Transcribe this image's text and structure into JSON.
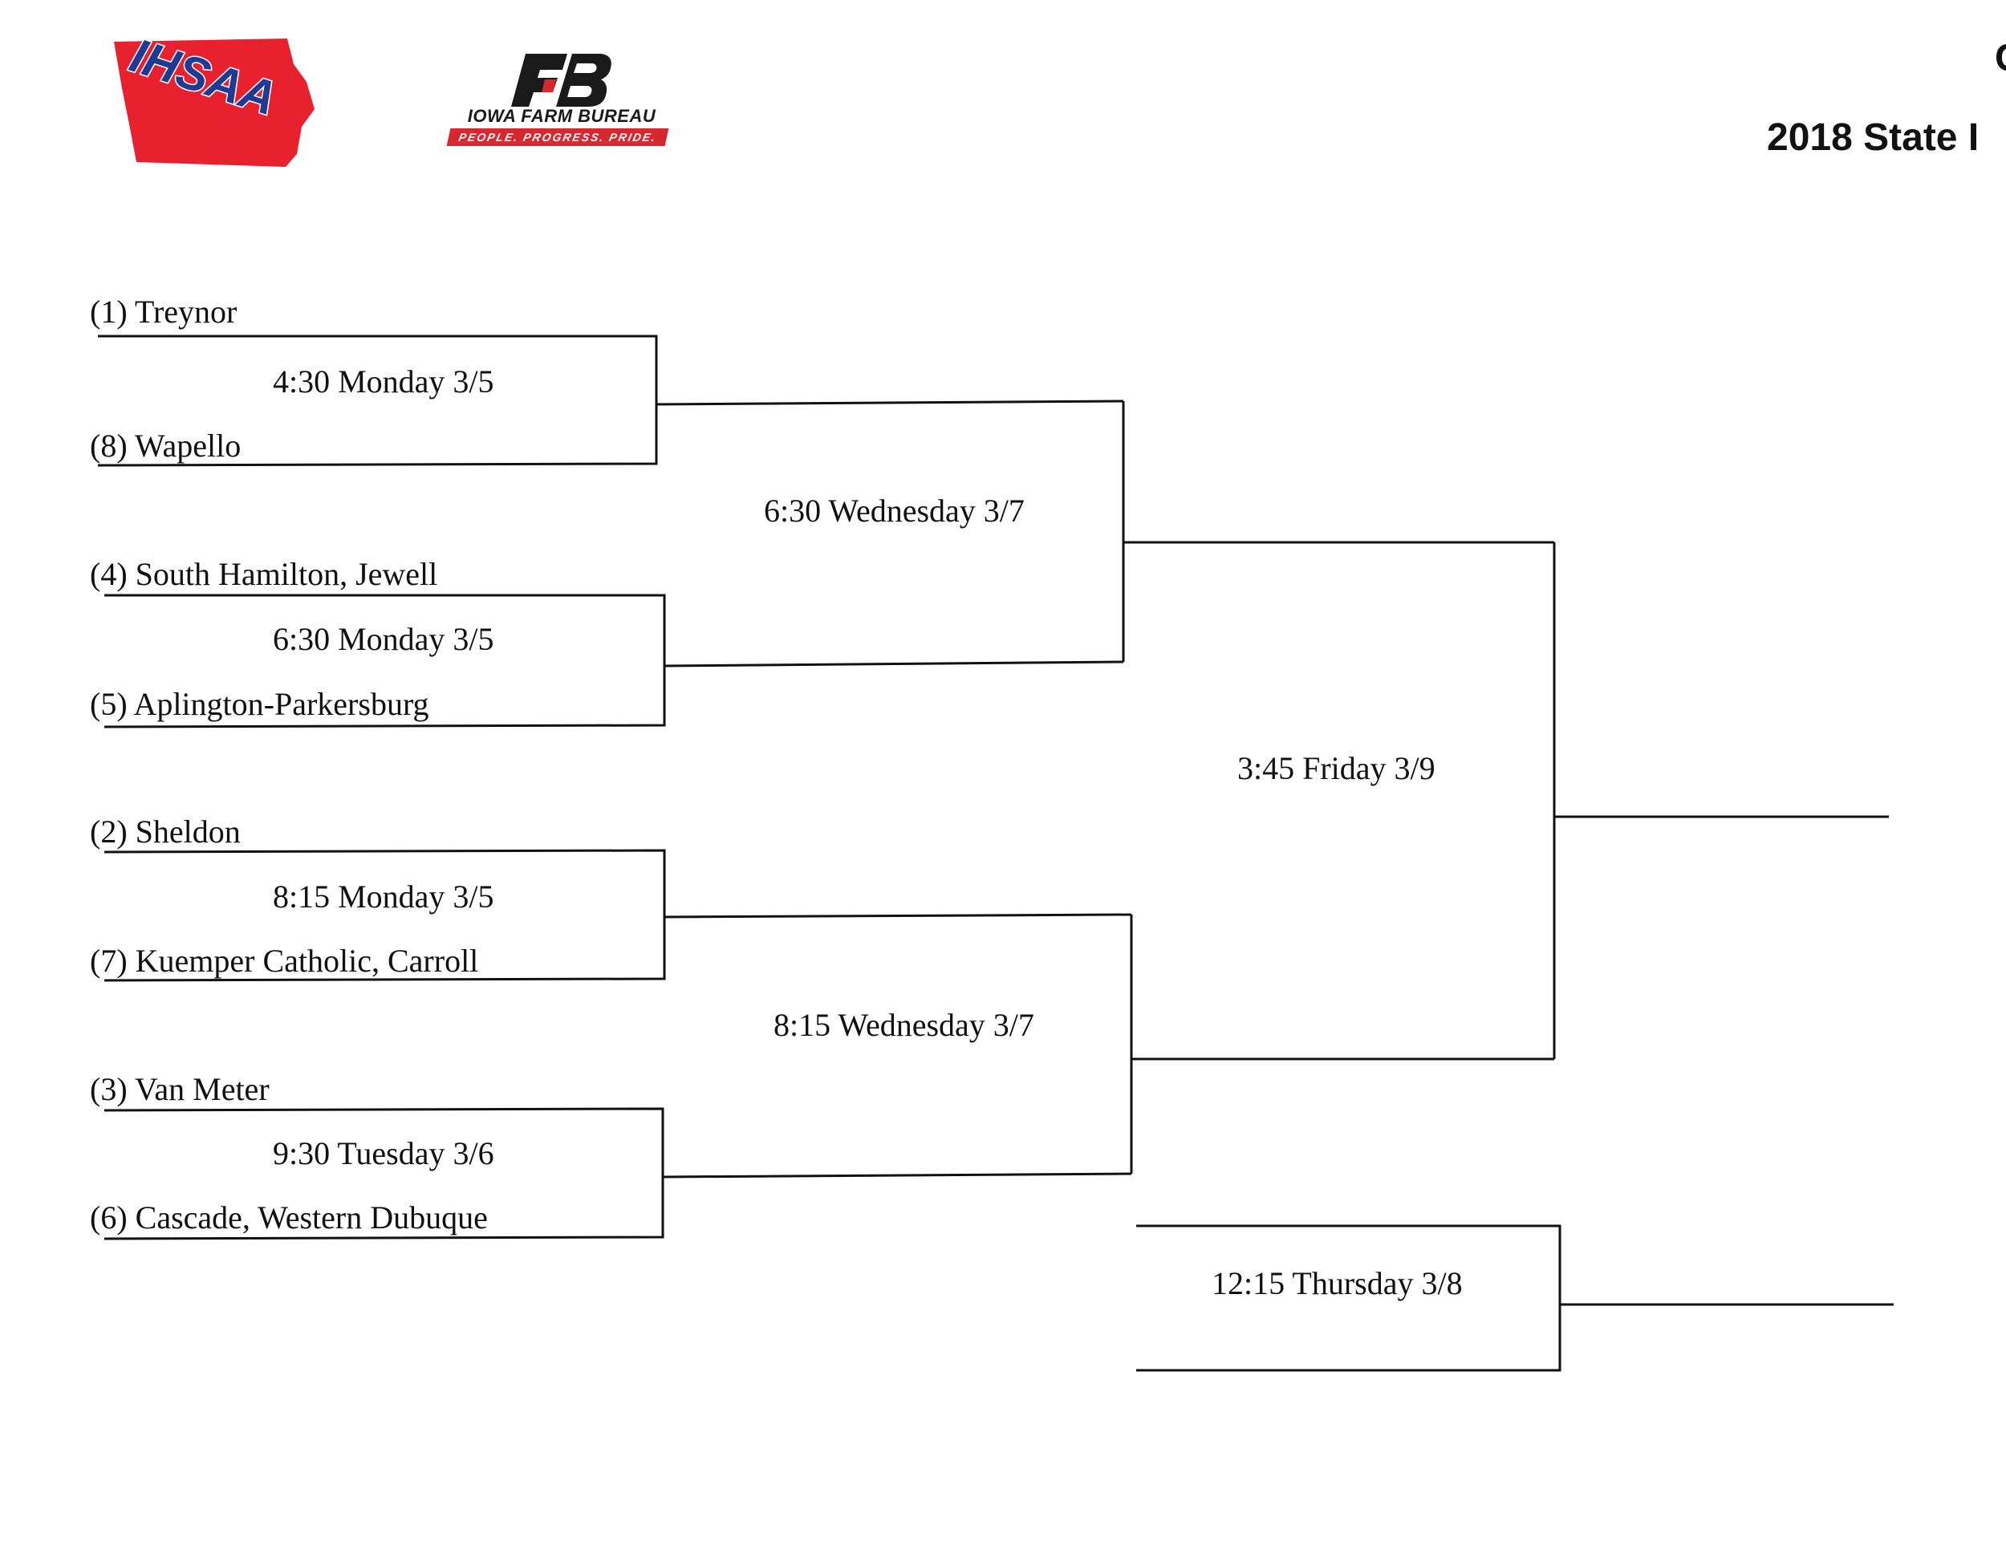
{
  "header": {
    "title_fragment": "C",
    "subtitle": "2018 State I"
  },
  "logos": {
    "ihsaa": {
      "text": "IHSAA",
      "color": "#e8212e",
      "text_color": "#1f3a93"
    },
    "farm_bureau": {
      "name": "IOWA FARM BUREAU",
      "tagline": "PEOPLE. PROGRESS. PRIDE.",
      "mark": "FB",
      "color": "#d8282f"
    }
  },
  "teams": [
    "(1) Treynor",
    "(8) Wapello",
    "(4) South Hamilton, Jewell",
    "(5) Aplington-Parkersburg",
    "(2) Sheldon",
    "(7) Kuemper Catholic, Carroll",
    "(3) Van Meter",
    "(6) Cascade, Western Dubuque"
  ],
  "games": {
    "quarterfinals": [
      "4:30 Monday 3/5",
      "6:30 Monday 3/5",
      "8:15 Monday 3/5",
      "9:30 Tuesday 3/6"
    ],
    "semifinals": [
      "6:30 Wednesday 3/7",
      "8:15 Wednesday 3/7"
    ],
    "final": "3:45 Friday 3/9",
    "third_place": "12:15 Thursday 3/8"
  }
}
